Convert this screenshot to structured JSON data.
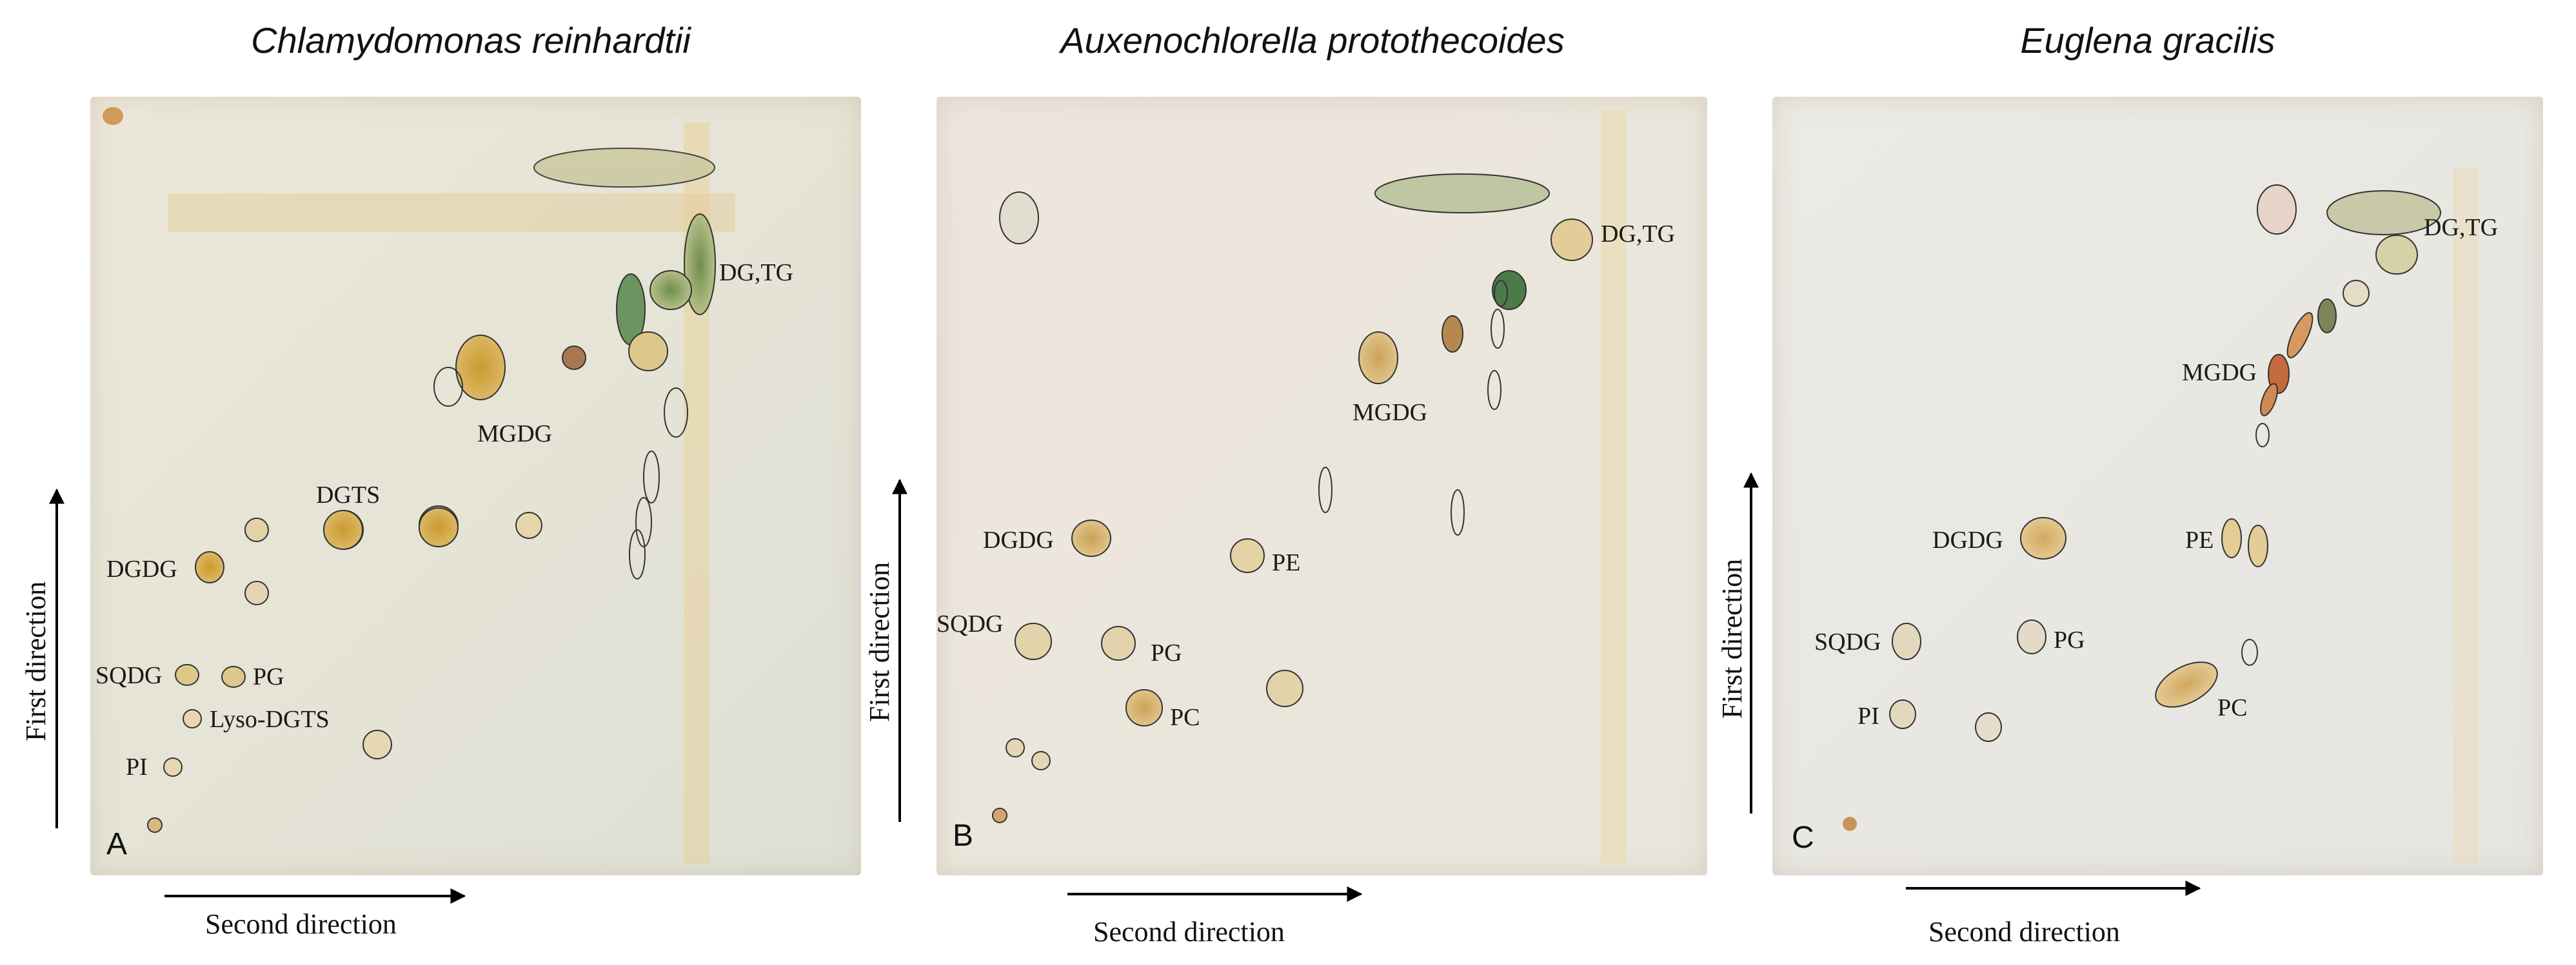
{
  "panels": [
    {
      "title": "Chlamydomonas reinhardtii",
      "letter": "A",
      "second_direction": "Second direction",
      "first_direction": "First direction",
      "labels": [
        "DG,TG",
        "MGDG",
        "DGTS",
        "DGDG",
        "SQDG",
        "PG",
        "Lyso-DGTS",
        "PI"
      ]
    },
    {
      "title": "Auxenochlorella protothecoides",
      "letter": "B",
      "second_direction": "Second direction",
      "first_direction": "First direction",
      "labels": [
        "DG,TG",
        "MGDG",
        "DGDG",
        "PE",
        "SQDG",
        "PG",
        "PC"
      ]
    },
    {
      "title": "Euglena gracilis",
      "letter": "C",
      "second_direction": "Second direction",
      "first_direction": "First direction",
      "labels": [
        "DG,TG",
        "MGDG",
        "DGDG",
        "PE",
        "SQDG",
        "PG",
        "PI",
        "PC"
      ]
    }
  ]
}
